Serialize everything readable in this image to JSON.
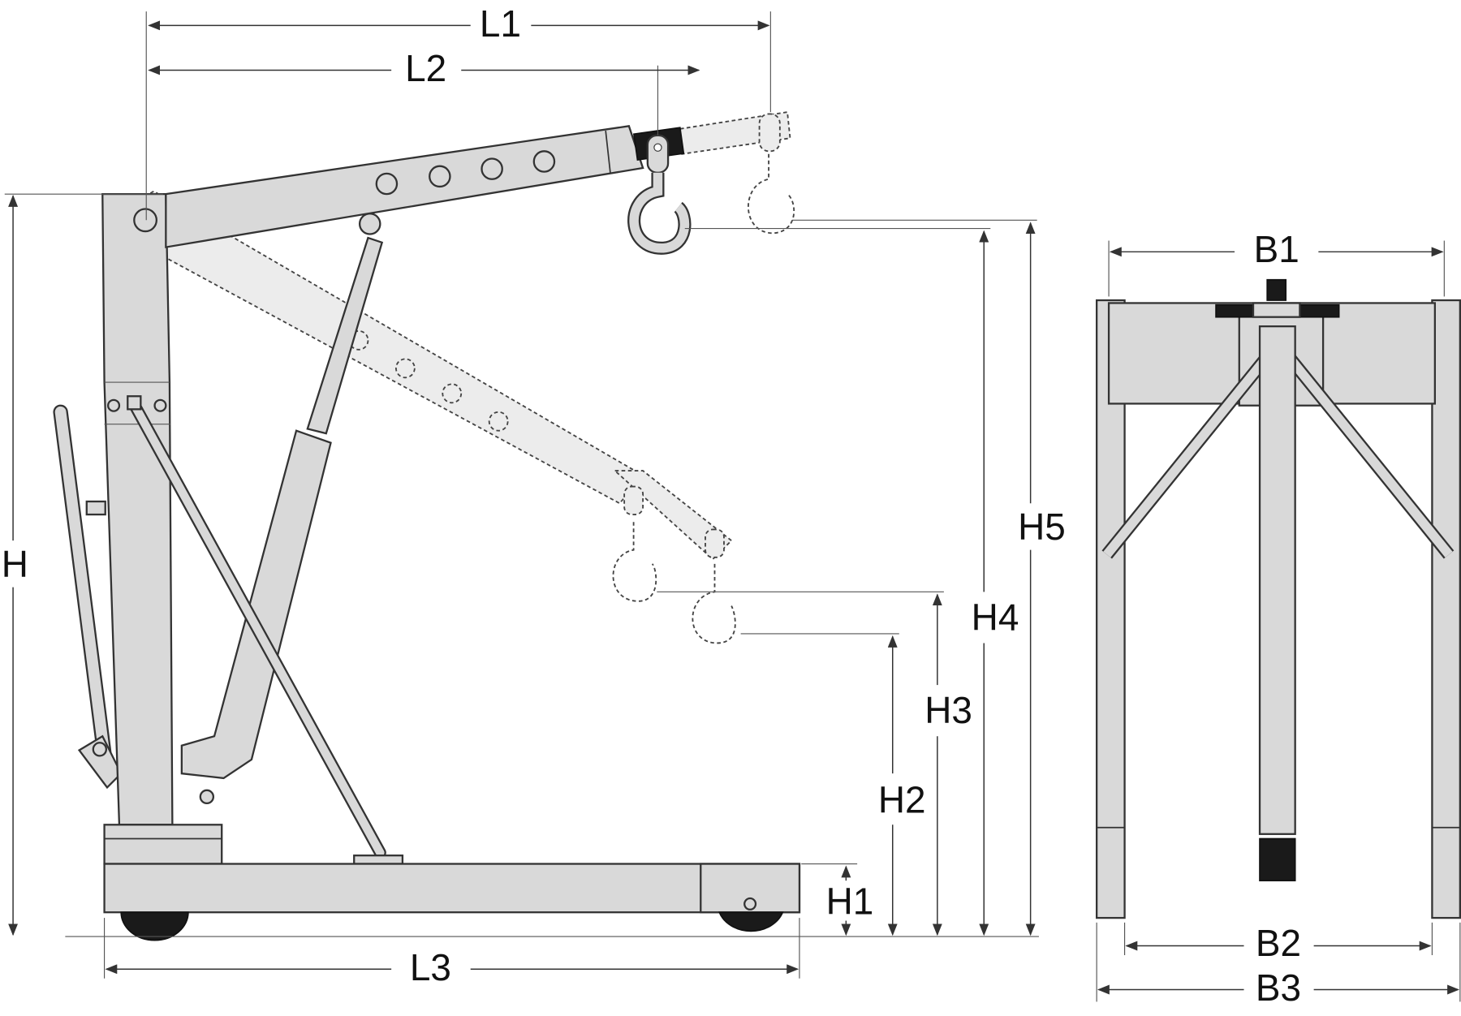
{
  "title": "Engine crane dimension diagram",
  "labels": {
    "L1": "L1",
    "L2": "L2",
    "L3": "L3",
    "H": "H",
    "H1": "H1",
    "H2": "H2",
    "H3": "H3",
    "H4": "H4",
    "H5": "H5",
    "B1": "B1",
    "B2": "B2",
    "B3": "B3"
  },
  "colors": {
    "body": "#d9d9d9",
    "outline": "#333333",
    "dark": "#1a1a1a"
  }
}
